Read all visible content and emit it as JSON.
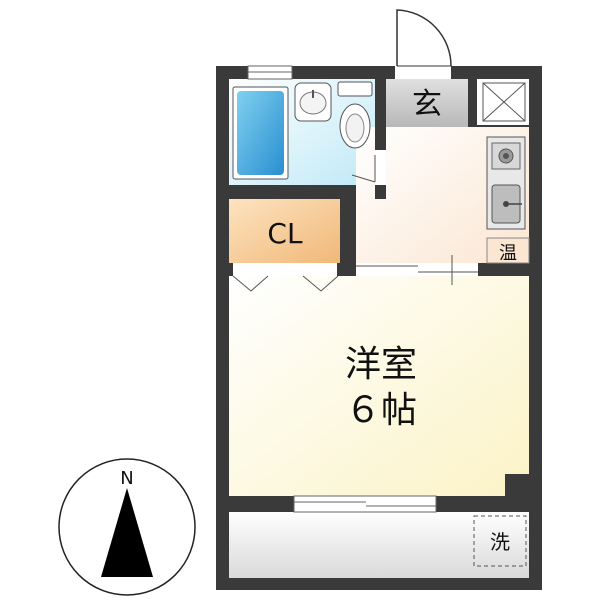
{
  "rooms": {
    "entrance": "玄",
    "closet": "CL",
    "water_heater": "温",
    "western_room_name": "洋室",
    "western_room_size": "６帖",
    "laundry": "洗"
  },
  "compass": {
    "north": "N"
  },
  "colors": {
    "wall": "#3a3a3a",
    "bath": "#cfeef8",
    "closet": "#f3c892",
    "kitchen": "#fdf0e4",
    "western_room": "#fdf7d8",
    "entrance": "#c8c8c8",
    "balcony": "#e9e9e9"
  }
}
